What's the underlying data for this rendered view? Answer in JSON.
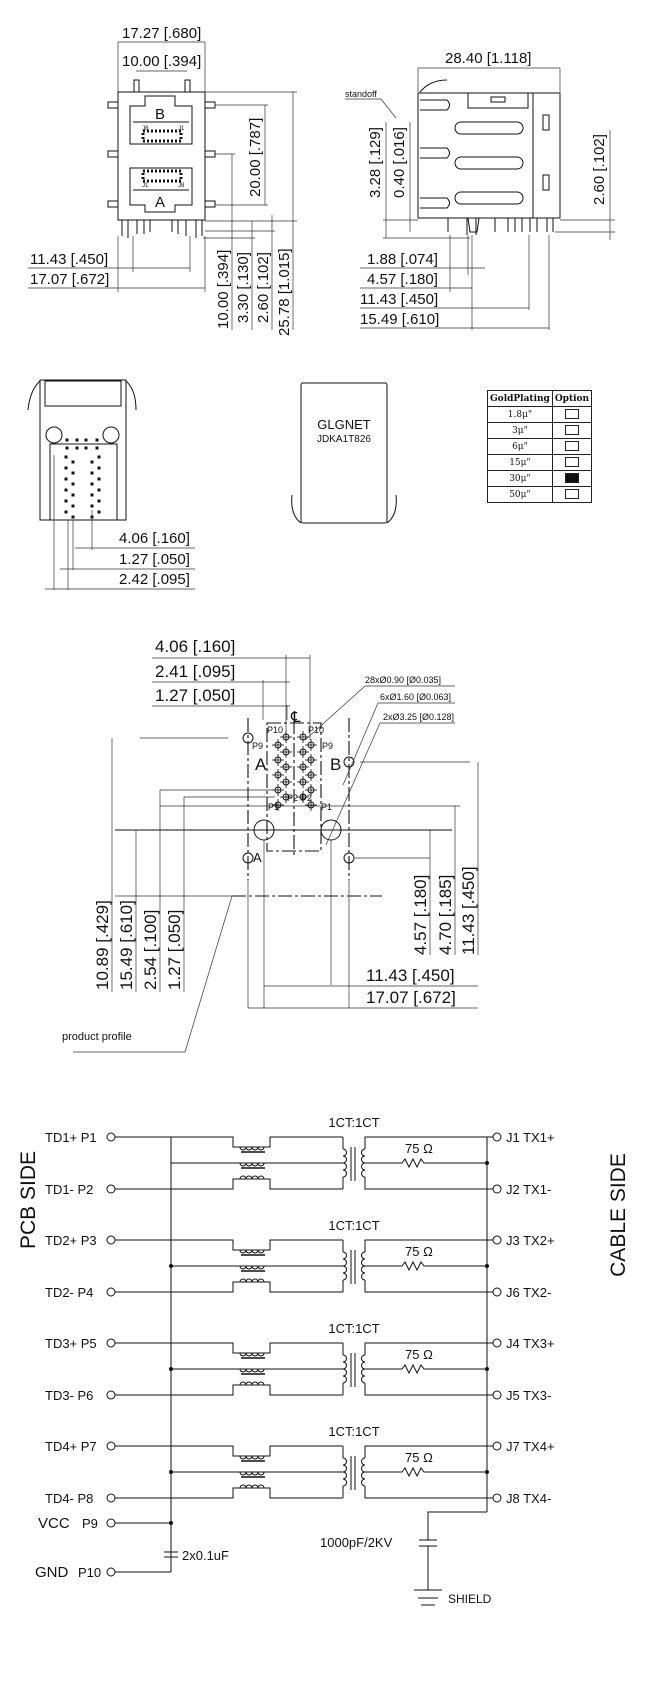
{
  "front_view": {
    "width_overall": "17.27 [.680]",
    "post_spacing": "10.00 [.394]",
    "port_top_label": "B",
    "port_bottom_label": "A",
    "pin_label_j8": "J8",
    "pin_label_j1": "J1",
    "port_pitch": "20.00 [.787]",
    "pin_span_inner": "11.43 [.450]",
    "pin_span_outer": "17.07 [.672]",
    "height_a": "10.00 [.394]",
    "height_b": "3.30 [.130]",
    "height_c": "2.60 [.102]",
    "height_total": "25.78 [1.015]"
  },
  "side_view": {
    "depth_overall": "28.40 [1.118]",
    "standoff_label": "standoff",
    "dim_a": "3.28 [.129]",
    "dim_b": "0.40 [.016]",
    "dim_right": "2.60 [.102]",
    "dim_1": "1.88 [.074]",
    "dim_2": "4.57 [.180]",
    "dim_3": "11.43 [.450]",
    "dim_4": "15.49 [.610]"
  },
  "bottom_view": {
    "dim_1": "4.06 [.160]",
    "dim_2": "1.27 [.050]",
    "dim_3": "2.42 [.095]"
  },
  "top_view": {
    "brand": "GLGNET",
    "part_number": "JDKA1T826"
  },
  "gold_plating_table": {
    "header_plating": "GoldPlating",
    "header_option": "Option",
    "rows": [
      {
        "plating": "1.8μ\"",
        "selected": false
      },
      {
        "plating": "3μ\"",
        "selected": false
      },
      {
        "plating": "6μ\"",
        "selected": false
      },
      {
        "plating": "15μ\"",
        "selected": false
      },
      {
        "plating": "30μ\"",
        "selected": true
      },
      {
        "plating": "50μ\"",
        "selected": false
      }
    ]
  },
  "footprint": {
    "dim_top_1": "4.06 [.160]",
    "dim_top_2": "2.41 [.095]",
    "dim_top_3": "1.27 [.050]",
    "hole_note_1": "28xØ0.90 [Ø0.035]",
    "hole_note_2": "6xØ1.60 [Ø0.063]",
    "hole_note_3": "2xØ3.25 [Ø0.128]",
    "centerline": "℄",
    "port_a": "A",
    "port_b": "B",
    "datum_a": "A",
    "pins": {
      "p10": "P10",
      "p9": "P9",
      "p2": "P2",
      "p1": "P1"
    },
    "dim_left_1": "10.89 [.429]",
    "dim_left_2": "15.49 [.610]",
    "dim_left_3": "2.54 [.100]",
    "dim_left_4": "1.27 [.050]",
    "dim_right_1": "4.57 [.180]",
    "dim_right_2": "4.70 [.185]",
    "dim_right_3": "11.43 [.450]",
    "dim_bottom_1": "11.43 [.450]",
    "dim_bottom_2": "17.07 [.672]",
    "profile_label": "product profile"
  },
  "schematic": {
    "pcb_side_label": "PCB SIDE",
    "cable_side_label": "CABLE SIDE",
    "channels": [
      {
        "ratio": "1CT:1CT",
        "resistor": "75 Ω",
        "pcb_plus": "TD1+ P1",
        "pcb_minus": "TD1-  P2",
        "cable_plus": "J1 TX1+",
        "cable_minus": "J2 TX1-"
      },
      {
        "ratio": "1CT:1CT",
        "resistor": "75 Ω",
        "pcb_plus": "TD2+ P3",
        "pcb_minus": "TD2-  P4",
        "cable_plus": "J3 TX2+",
        "cable_minus": "J6 TX2-"
      },
      {
        "ratio": "1CT:1CT",
        "resistor": "75 Ω",
        "pcb_plus": "TD3+ P5",
        "pcb_minus": "TD3-  P6",
        "cable_plus": "J4 TX3+",
        "cable_minus": "J5 TX3-"
      },
      {
        "ratio": "1CT:1CT",
        "resistor": "75 Ω",
        "pcb_plus": "TD4+ P7",
        "pcb_minus": "TD4-  P8",
        "cable_plus": "J7 TX4+",
        "cable_minus": "J8 TX4-"
      }
    ],
    "vcc_name": "VCC",
    "vcc_pin": "P9",
    "gnd_name": "GND",
    "gnd_pin": "P10",
    "decoupling_cap": "2x0.1uF",
    "shield_cap": "1000pF/2KV",
    "shield_label": "SHIELD"
  }
}
